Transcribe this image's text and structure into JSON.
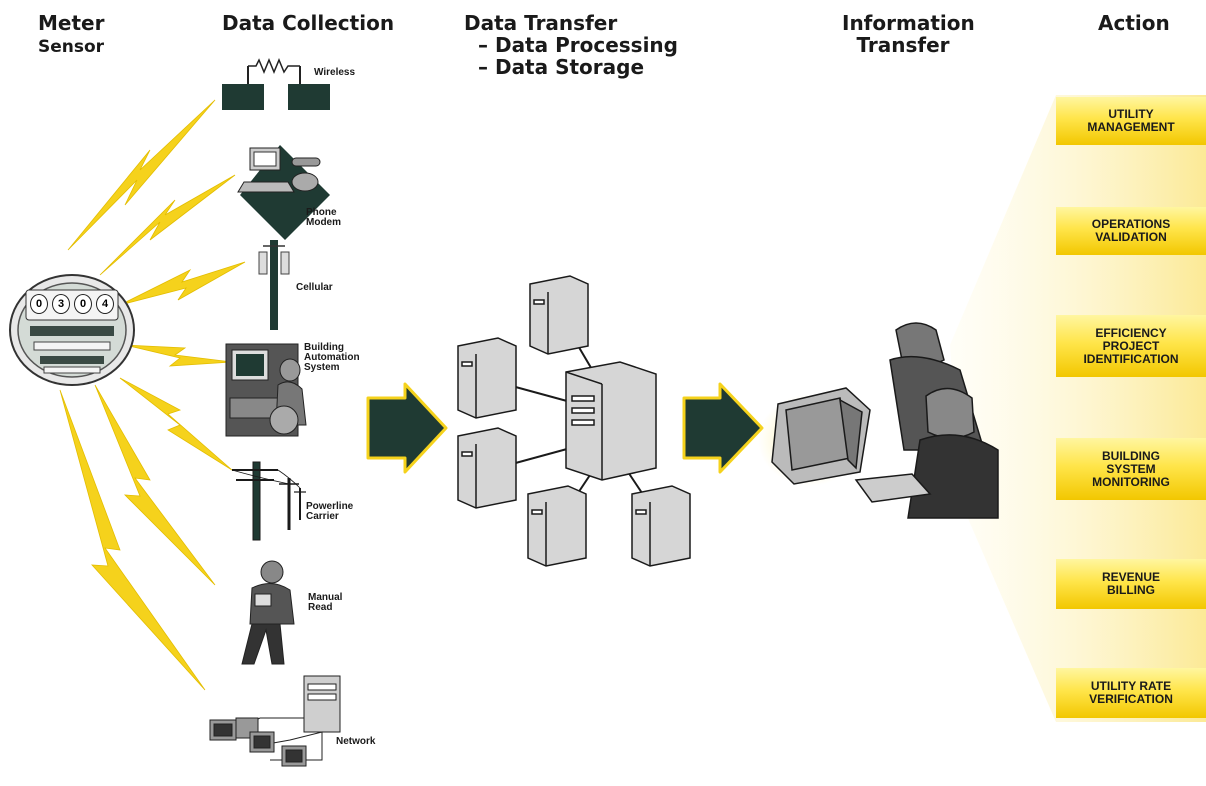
{
  "headers": {
    "meter": [
      "Meter",
      "Sensor"
    ],
    "collection": "Data Collection",
    "transfer": {
      "title": "Data Transfer",
      "items": [
        "– Data Processing",
        "– Data Storage"
      ]
    },
    "information": [
      "Information",
      "Transfer"
    ],
    "action": "Action"
  },
  "meter_readout": {
    "digits": [
      "0",
      "3",
      "0",
      "4"
    ]
  },
  "collection_methods": {
    "wireless": [
      "Wireless"
    ],
    "phone": [
      "Phone",
      "Modem"
    ],
    "cellular": [
      "Cellular"
    ],
    "bas": [
      "Building",
      "Automation",
      "System"
    ],
    "powerline": [
      "Powerline",
      "Carrier"
    ],
    "manual": [
      "Manual",
      "Read"
    ],
    "network": [
      "Network"
    ]
  },
  "actions": [
    [
      "UTILITY",
      "MANAGEMENT"
    ],
    [
      "OPERATIONS",
      "VALIDATION"
    ],
    [
      "EFFICIENCY",
      "PROJECT",
      "IDENTIFICATION"
    ],
    [
      "BUILDING",
      "SYSTEM",
      "MONITORING"
    ],
    [
      "REVENUE",
      "BILLING"
    ],
    [
      "UTILITY RATE",
      "VERIFICATION"
    ]
  ],
  "colors": {
    "bolt": "#f5d21c",
    "arrow": "#1f3a33",
    "action_box": "#ffe54a",
    "fan": "#fdf4c4"
  }
}
